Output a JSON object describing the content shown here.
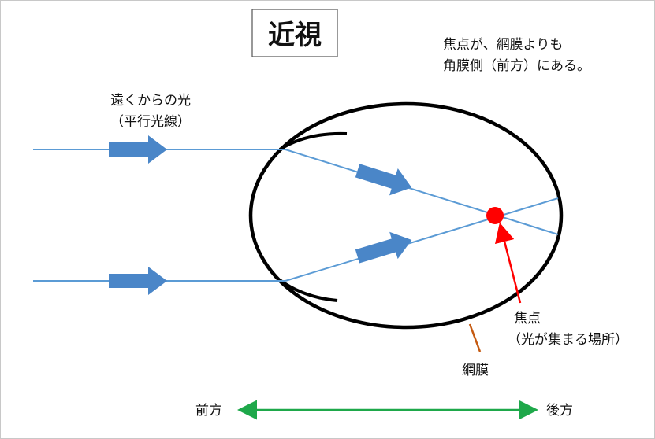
{
  "title": "近視",
  "note": {
    "line1": "焦点が、網膜よりも",
    "line2": "角膜側（前方）にある。"
  },
  "incoming_light": {
    "line1": "遠くからの光",
    "line2": "（平行光線）"
  },
  "focus_label": {
    "line1": "焦点",
    "line2": "（光が集まる場所）"
  },
  "retina_label": "網膜",
  "direction": {
    "front": "前方",
    "back": "後方"
  },
  "colors": {
    "light_ray": "#5b9bd5",
    "arrow_fill": "#4a86c8",
    "focus_dot": "#ff0000",
    "pointer": "#ff0000",
    "retina_pointer": "#c55a11",
    "direction_arrow": "#1ea84a",
    "outline": "#000000"
  }
}
